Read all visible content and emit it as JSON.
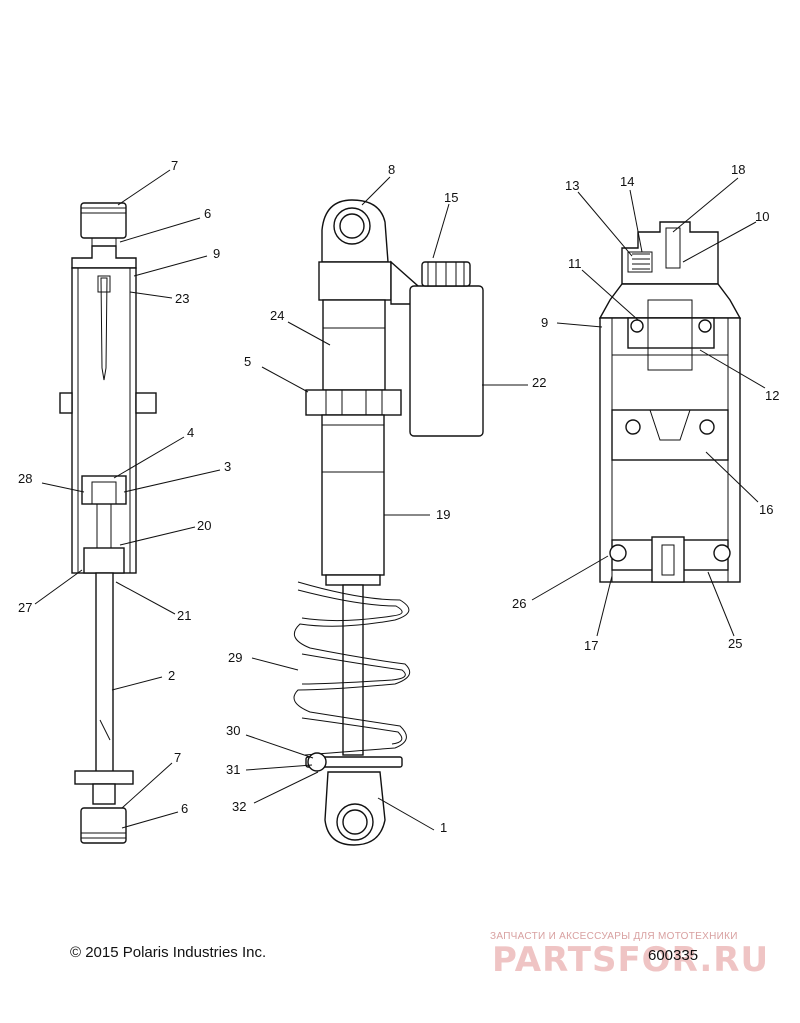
{
  "footer": {
    "copyright": "© 2015 Polaris Industries Inc.",
    "document_number": "600335"
  },
  "watermark": {
    "tagline": "ЗАПЧАСТИ И АКСЕССУАРЫ ДЛЯ МОТОТЕХНИКИ",
    "logo_text": "PARTSFOR.RU"
  },
  "callouts": {
    "left": [
      "7",
      "6",
      "9",
      "23",
      "4",
      "3",
      "28",
      "20",
      "27",
      "21",
      "2",
      "7",
      "6"
    ],
    "middle": [
      "8",
      "15",
      "24",
      "5",
      "22",
      "19",
      "29",
      "30",
      "31",
      "32",
      "1"
    ],
    "right": [
      "13",
      "14",
      "18",
      "10",
      "11",
      "9",
      "12",
      "16",
      "26",
      "17",
      "25"
    ]
  },
  "colors": {
    "line": "#111111",
    "background": "#ffffff",
    "watermark": "#efc4c4"
  }
}
